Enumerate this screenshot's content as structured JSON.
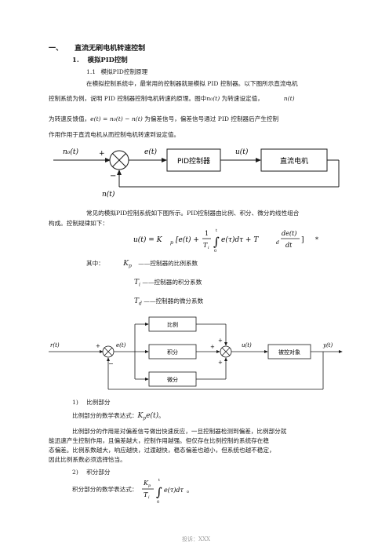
{
  "heading1": {
    "number": "一、",
    "title": "直流无刷电机转速控制"
  },
  "heading2": {
    "number": "1.",
    "title": "模拟PID控制"
  },
  "heading3": {
    "number": "1.1",
    "title": "模拟PID控制原理"
  },
  "para1": {
    "line1": "在模拟控制系统中，最常用的控制器就是模拟  PID  控制器。以下图所示直流电机",
    "line2a": "控制系统为例，说明 PID 控制器控制电机转速的原理。图中",
    "line2b": "n₀(t)",
    "line2c": " 为转速设定值，",
    "line2d": "n(t)",
    "line3a": "为转速反馈值，",
    "line3b": "e(t) = n₀(t) − n(t)",
    "line3c": " 为偏差信号，偏差信号通过  PID  控制器后产生控制",
    "line4": "作用作用于直流电机从而控制电机转速到设定值。"
  },
  "diagram1": {
    "input": "n₀(t)",
    "plus": "+",
    "minus": "−",
    "error": "e(t)",
    "controller": "PID控制器",
    "output": "u(t)",
    "plant": "直流电机",
    "feedback": "n(t)"
  },
  "para2": {
    "line1": "常见的模拟PID控制系统如下图所示。PID控制器由比例、积分、微分的线性组合",
    "line2": "构成。控制规律如下："
  },
  "formula": {
    "lhs": "u(t) = K",
    "kp_sub": "p",
    "bracket": "[e(t) +",
    "frac_num": "1",
    "frac_den": "T",
    "frac_den_sub": "i",
    "int_upper": "t",
    "int_lower": "0",
    "integrand": "e(τ)dτ + T",
    "td_sub": "d",
    "deriv_num": "de(t)",
    "deriv_den": "dt",
    "close": "]",
    "star": "*"
  },
  "params": {
    "intro": "其中：",
    "kp": {
      "sym": "K",
      "sub": "p",
      "desc": "——控制器的比例系数"
    },
    "ti": {
      "sym": "T",
      "sub": "i",
      "desc": "——控制器的积分系数"
    },
    "td": {
      "sym": "T",
      "sub": "d",
      "desc": "——控制器的微分系数"
    }
  },
  "diagram2": {
    "input": "r(t)",
    "error": "e(t)",
    "p_block": "比例",
    "i_block": "积分",
    "d_block": "微分",
    "sum_out": "u(t)",
    "plant": "被控对象",
    "output": "y(t)",
    "plus": "+",
    "minus": "−"
  },
  "section_p": {
    "title_num": "1)",
    "title": "比例部分",
    "expr_label": "比例部分的数学表达式：",
    "expr": "K",
    "expr_sub": "p",
    "expr_tail": "e(t)",
    "period": "。",
    "body1": "比例部分的作用是对偏差信号做出快速反应，一旦控制器检测到偏差，比例部分就",
    "body2": "能迅速产生控制作用，且偏差越大，控制作用越强。但仅存在比例控制的系统存在稳",
    "body3": "态偏差。比例系数越大，响应越快，过渡越快，稳态偏差也越小，但系统也越不稳定，",
    "body4": "因此比例系数必须选择恰当。"
  },
  "section_i": {
    "title_num": "2)",
    "title": "积分部分",
    "expr_label": "积分部分的数学表达式：",
    "num": "K",
    "num_sub": "p",
    "den": "T",
    "den_sub": "i",
    "int_upper": "t",
    "int_lower": "0",
    "integrand": "e(τ)dτ",
    "period": "。"
  },
  "footer": {
    "text": "投诉：XXX"
  }
}
